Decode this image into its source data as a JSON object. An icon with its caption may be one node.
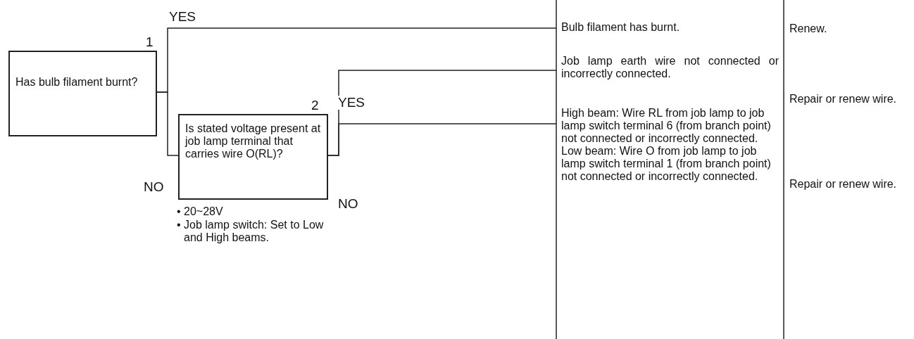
{
  "diagram": {
    "nodes": [
      {
        "text": [
          "Has bulb filament burnt?"
        ],
        "beside": [
          "1"
        ]
      },
      {
        "text": [
          "Is stated voltage present at job lamp terminal that carries wire O(RL)?"
        ],
        "beside": [
          "2",
          "• 20~28V",
          "• Job lamp switch: Set to Low and High beams."
        ]
      },
      {
        "text": [
          "Bulb filament has burnt."
        ]
      },
      {
        "text": [
          "Job lamp earth wire not connected or incorrectly connected."
        ]
      },
      {
        "text": [
          "High beam: Wire RL from job lamp to job lamp switch terminal 6 (from branch point) not connected or incorrectly connected. Low beam: Wire O from job lamp to job lamp switch terminal 1 (from branch point) not connected or incorrectly connected."
        ]
      }
    ],
    "edges": [
      {
        "from": 0,
        "to": 2,
        "arrow": "none",
        "label": "YES"
      },
      {
        "from": 0,
        "to": 1,
        "arrow": "none",
        "label": "NO"
      },
      {
        "from": 1,
        "to": 3,
        "arrow": "none",
        "label": "YES"
      },
      {
        "from": 1,
        "to": 4,
        "arrow": "none",
        "label": "NO"
      }
    ],
    "labels": [
      "Renew.",
      "Repair or renew wire.",
      "Repair or renew wire."
    ]
  }
}
